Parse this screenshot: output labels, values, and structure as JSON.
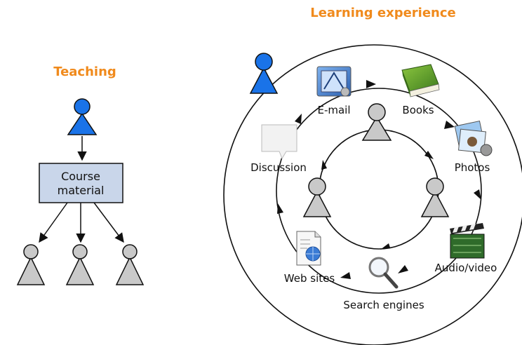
{
  "teaching": {
    "title": "Teaching",
    "box_line1": "Course",
    "box_line2": "material"
  },
  "learning": {
    "title": "Learning experience",
    "resources": {
      "email": "E-mail",
      "books": "Books",
      "photos": "Photos",
      "audio_video": "Audio/video",
      "search_engines": "Search engines",
      "web_sites": "Web sites",
      "discussion": "Discussion"
    }
  },
  "colors": {
    "accent": "#f08a1c",
    "teacher": "#1a73e8",
    "learner": "#c9c9c9",
    "box_fill": "#c9d6ea",
    "stroke": "#111111"
  }
}
